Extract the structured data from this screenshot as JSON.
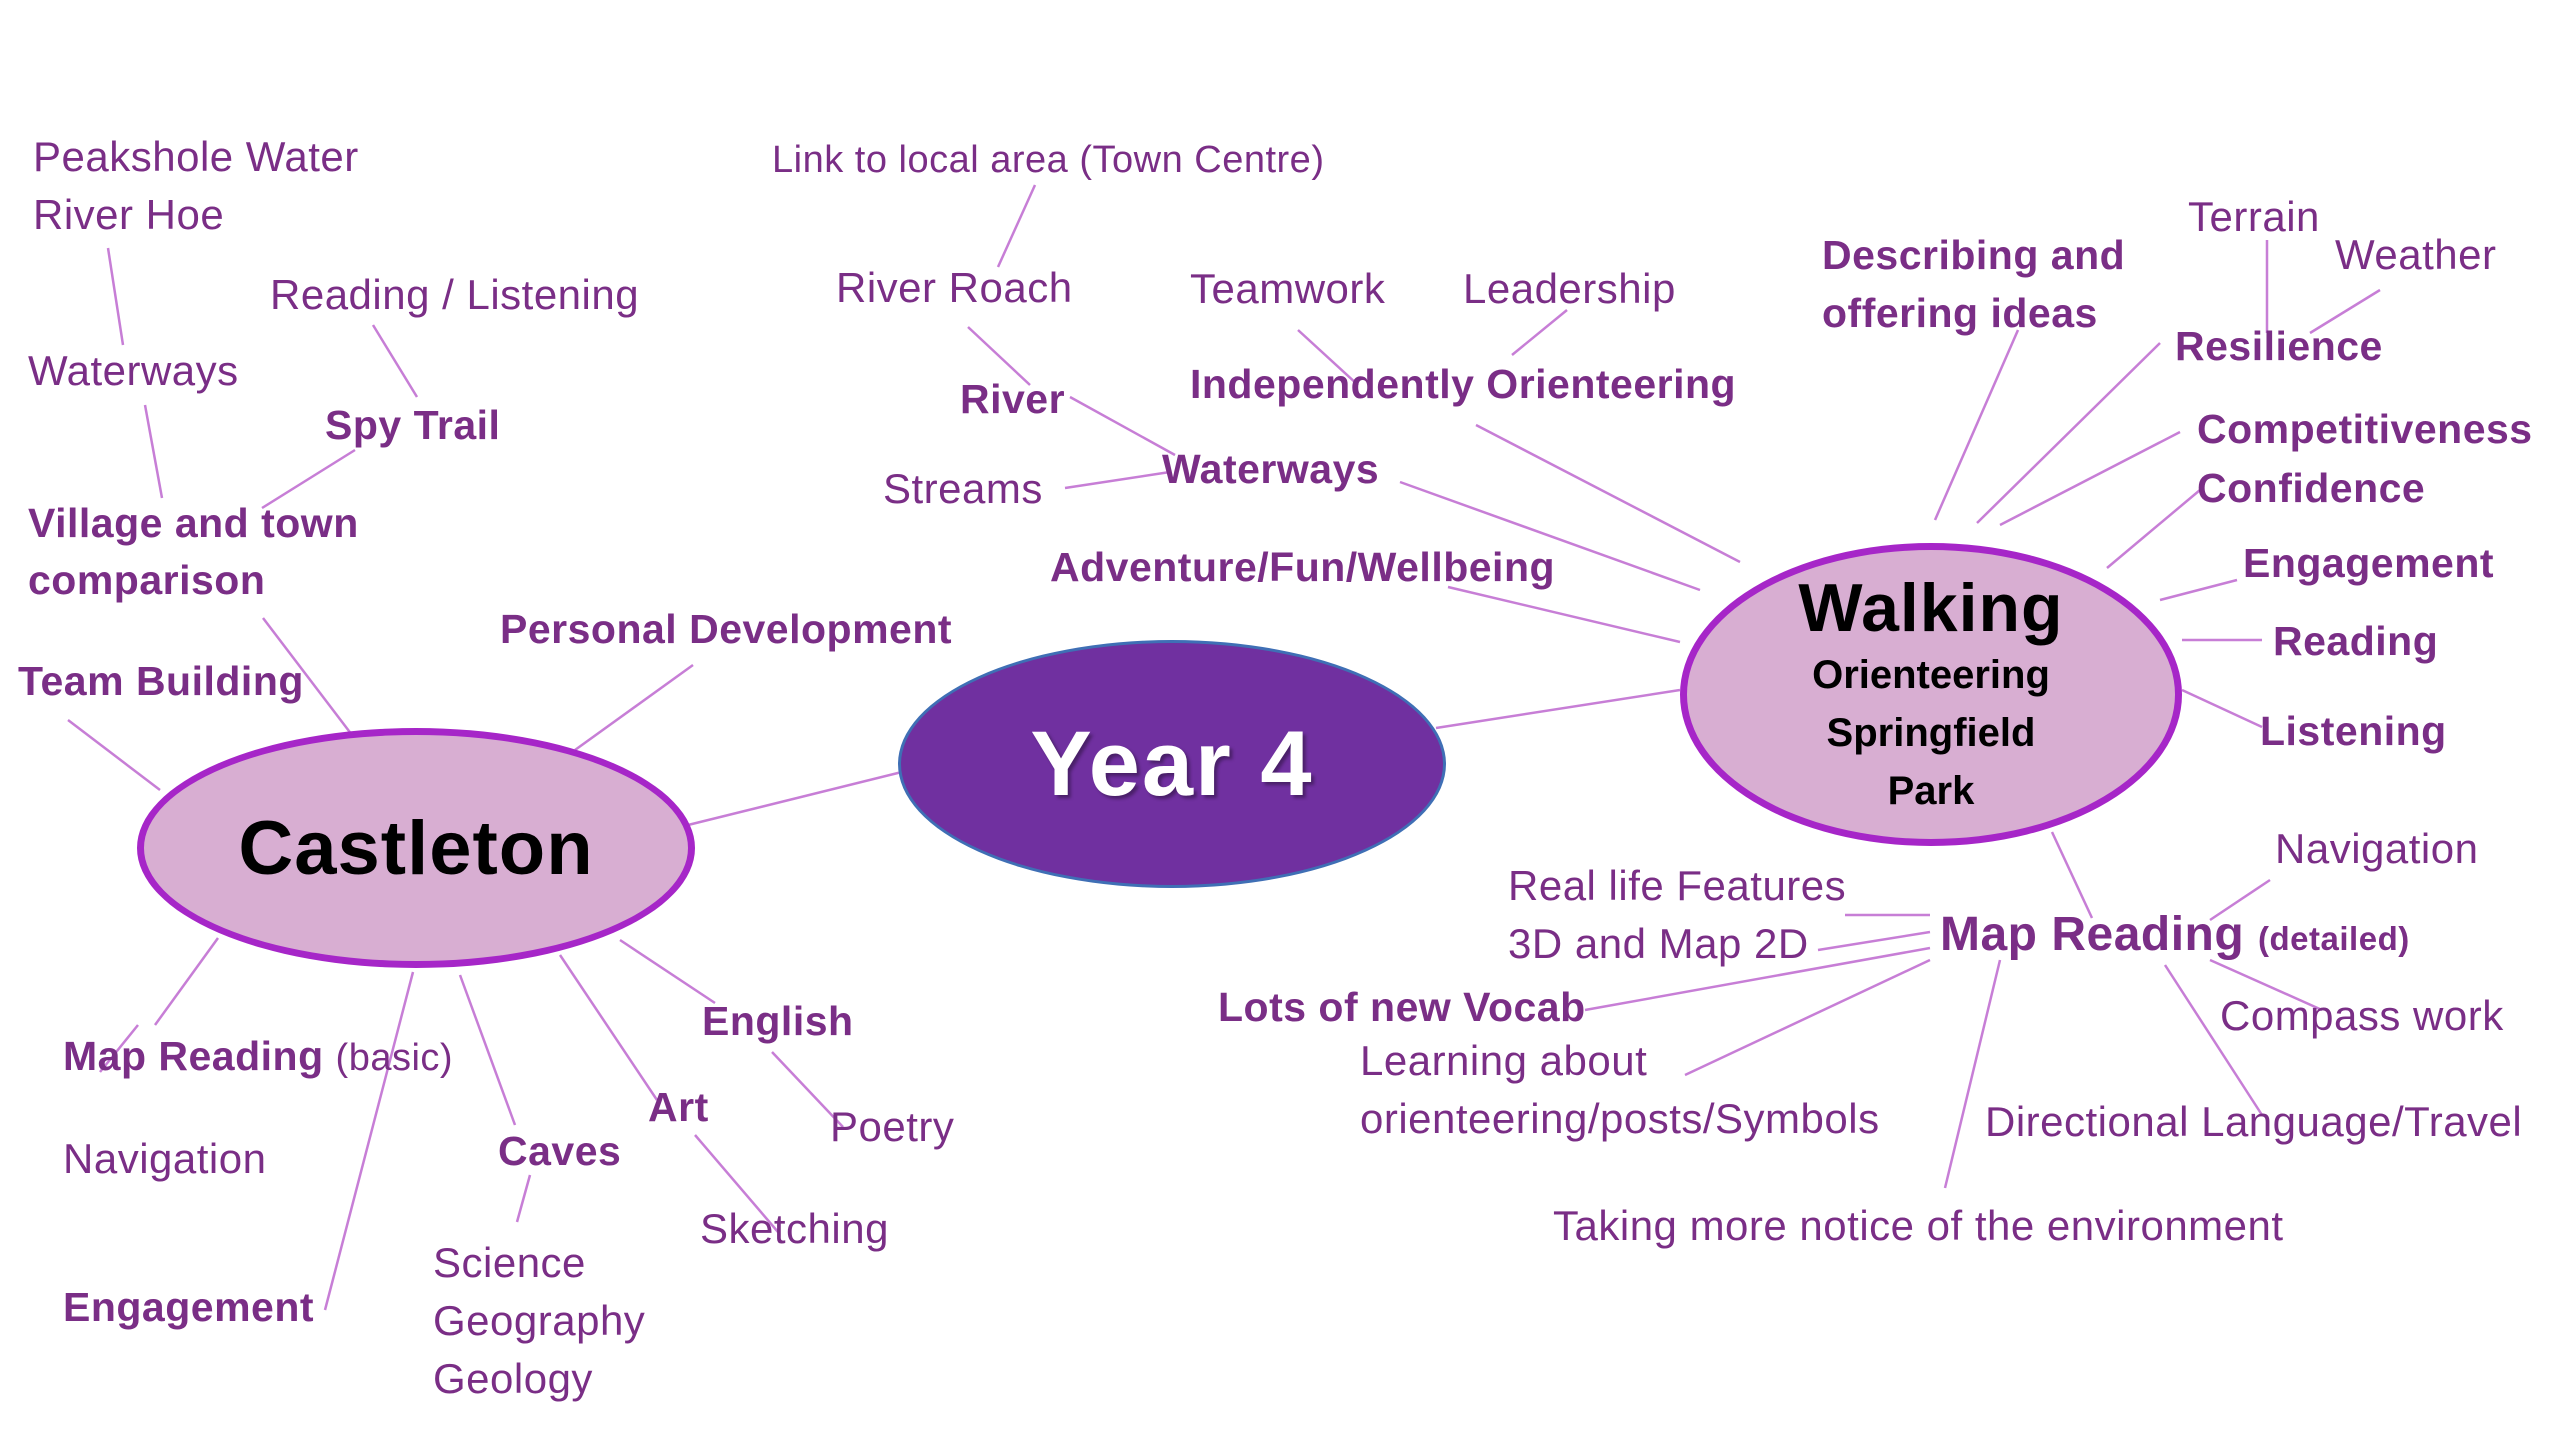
{
  "colors": {
    "text": "#7a2e86",
    "line": "#c77ed6",
    "center_fill": "#7030a0",
    "node_fill": "#d8aed2",
    "node_border": "#a626c8"
  },
  "center": {
    "title": "Year 4"
  },
  "castleton": {
    "title": "Castleton",
    "labels": {
      "peakshole": "Peakshole Water",
      "river_hoe": "River Hoe",
      "waterways": "Waterways",
      "reading_listening": "Reading / Listening",
      "spy_trail": "Spy Trail",
      "village_1": "Village and town",
      "village_2": "comparison",
      "team_building": "Team Building",
      "personal_development": "Personal Development",
      "map_reading": "Map Reading",
      "map_reading_note": "(basic)",
      "navigation": "Navigation",
      "engagement": "Engagement",
      "caves": "Caves",
      "science": "Science",
      "geography": "Geography",
      "geology": "Geology",
      "art": "Art",
      "sketching": "Sketching",
      "english": "English",
      "poetry": "Poetry"
    }
  },
  "walking": {
    "title": "Walking",
    "sub": [
      "Orienteering",
      "Springfield",
      "Park"
    ],
    "labels": {
      "link_local": "Link to local area (Town Centre)",
      "river_roach": "River Roach",
      "river": "River",
      "streams": "Streams",
      "waterways": "Waterways",
      "teamwork": "Teamwork",
      "leadership": "Leadership",
      "independently": "Independently Orienteering",
      "adventure": "Adventure/Fun/Wellbeing",
      "describing_1": "Describing and",
      "describing_2": "offering ideas",
      "terrain": "Terrain",
      "weather": "Weather",
      "resilience": "Resilience",
      "competitiveness": "Competitiveness",
      "confidence": "Confidence",
      "engagement": "Engagement",
      "reading": "Reading",
      "listening": "Listening",
      "navigation": "Navigation",
      "real_life": "Real life Features",
      "three_d": "3D and Map 2D",
      "map_reading": "Map Reading",
      "map_reading_note": "(detailed)",
      "vocab": "Lots of new Vocab",
      "learning_1": "Learning about",
      "learning_2": "orienteering/posts/Symbols",
      "compass": "Compass work",
      "directional": "Directional Language/Travel",
      "environment": "Taking more notice of the environment"
    }
  }
}
